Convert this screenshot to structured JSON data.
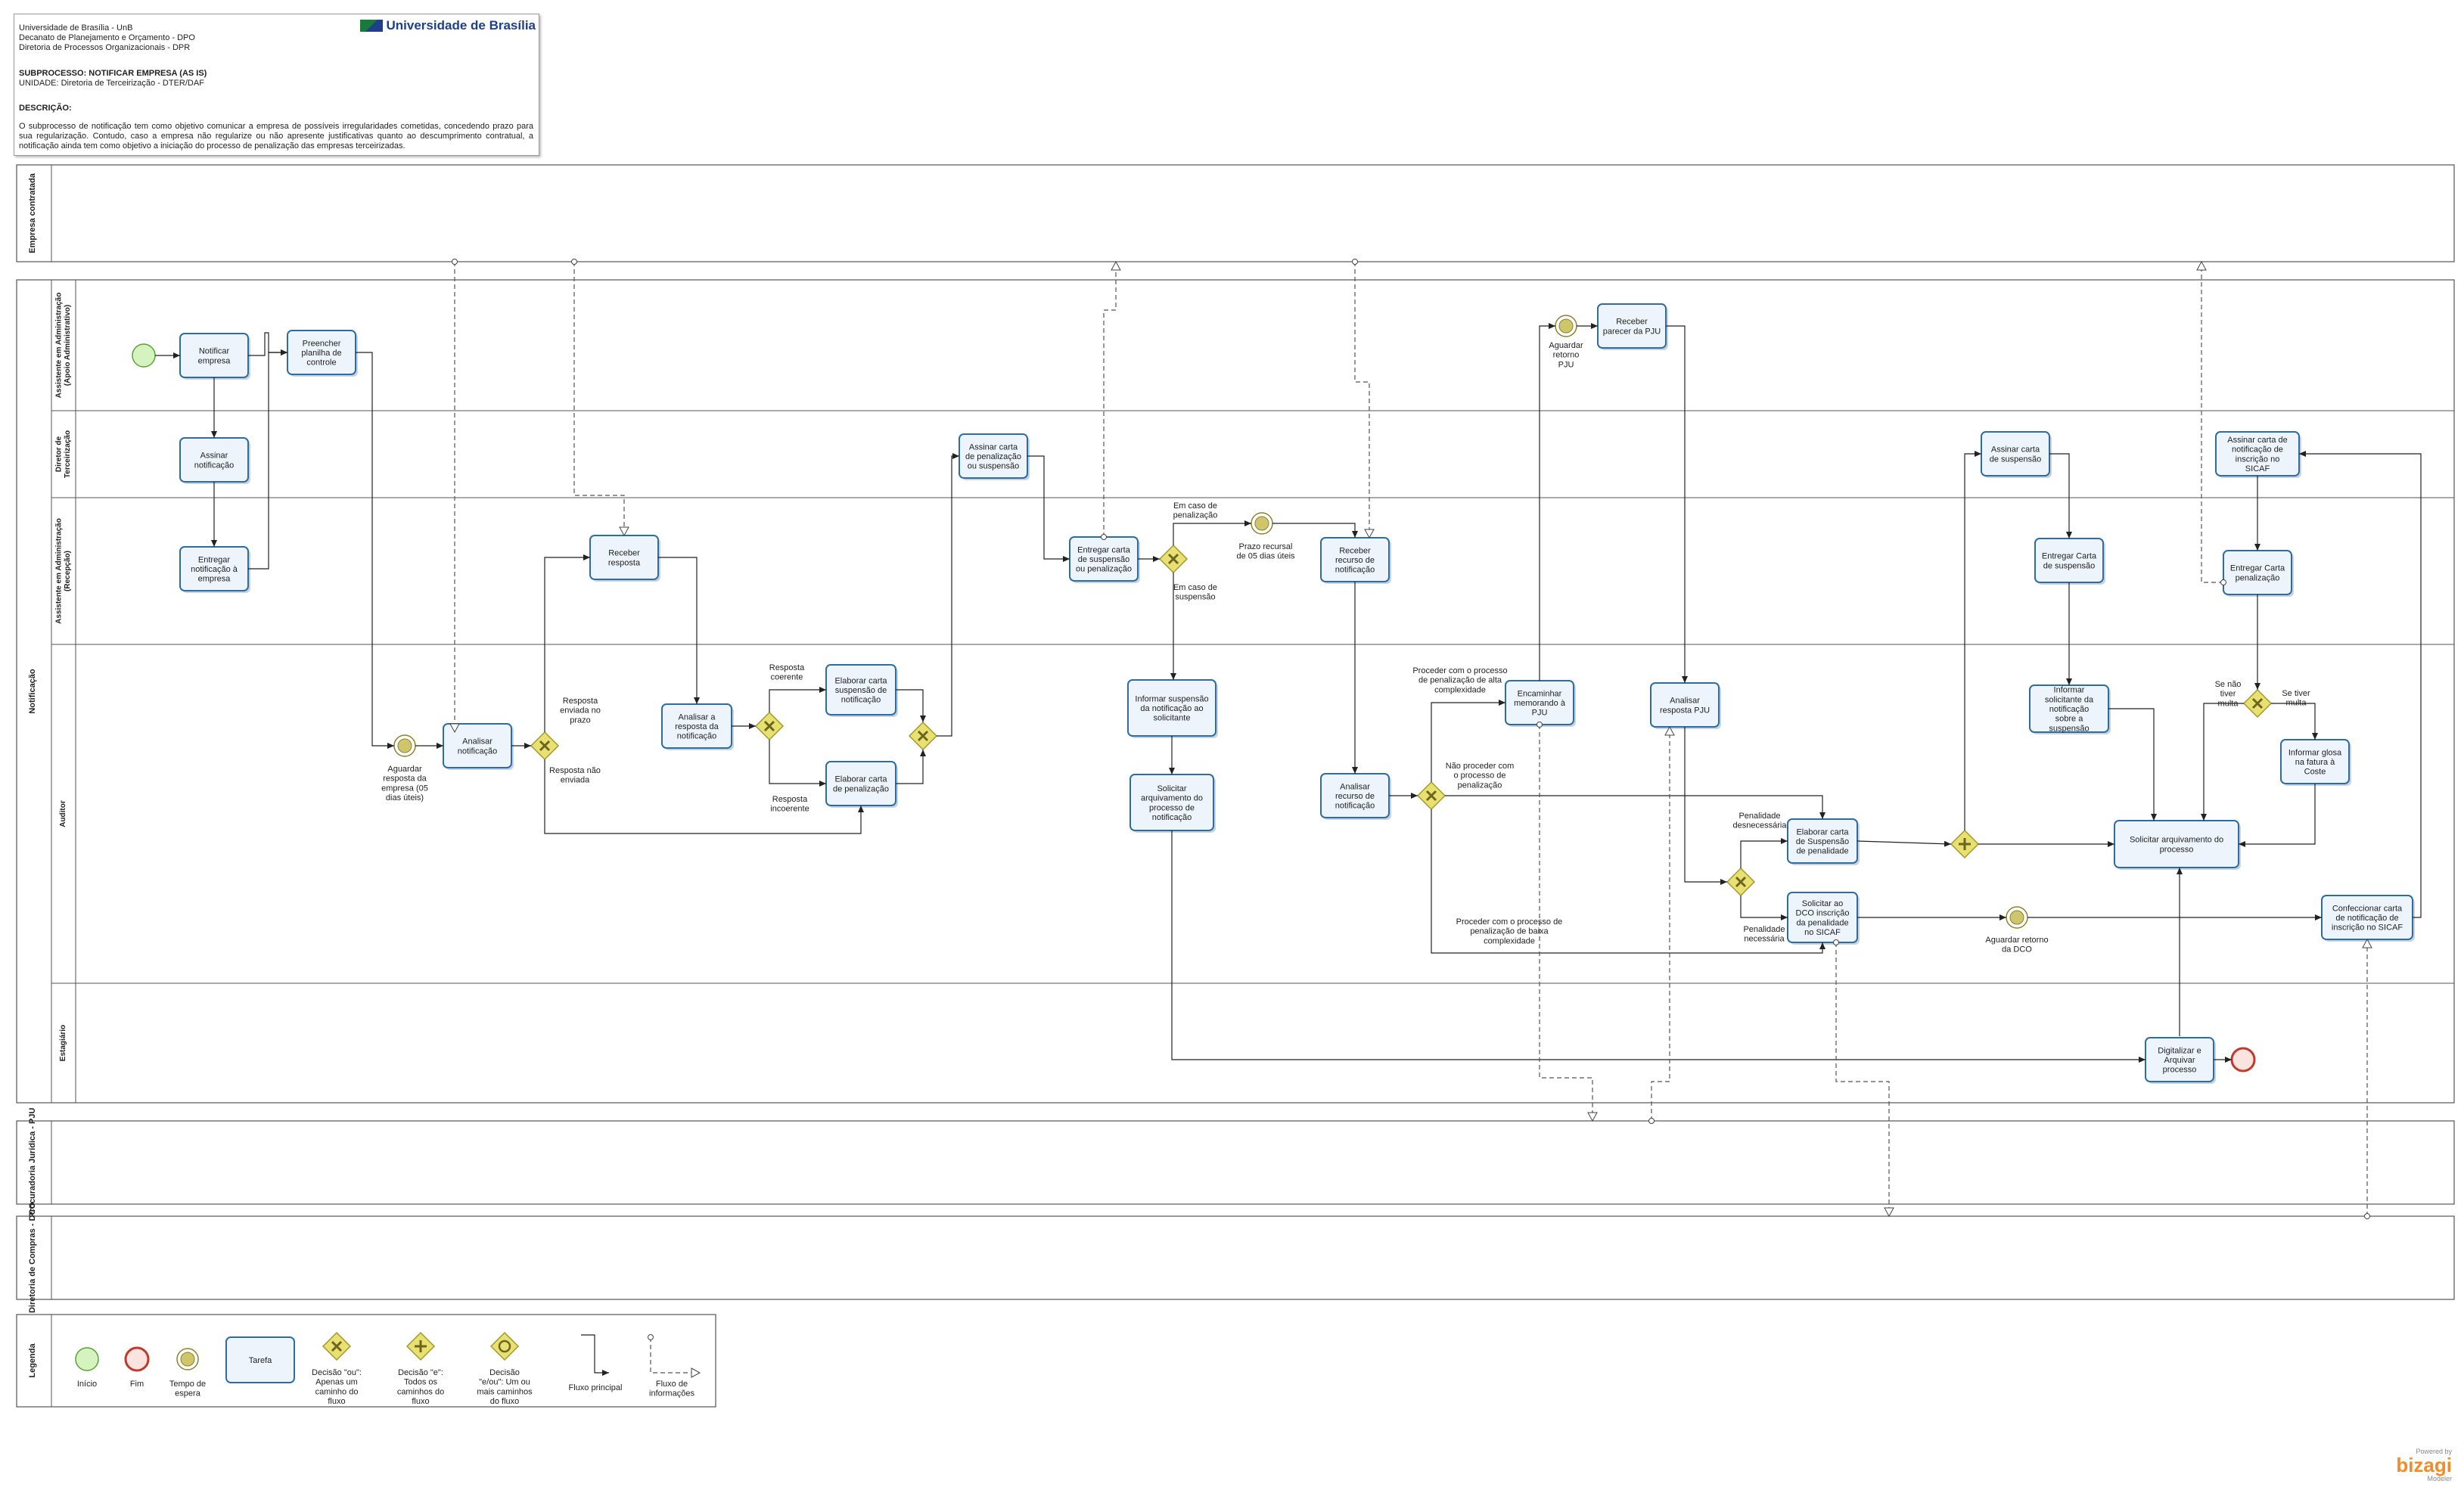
{
  "header": {
    "logo_text": "Universidade de Brasília",
    "lines": [
      "Universidade de Brasília - UnB",
      "Decanato de Planejamento e Orçamento - DPO",
      "Diretoria de Processos Organizacionais - DPR"
    ],
    "subprocess": "SUBPROCESSO: NOTIFICAR EMPRESA (AS IS)",
    "unit": "UNIDADE: Diretoria de Terceirização - DTER/DAF",
    "description_label": "DESCRIÇÃO:",
    "description": "O subprocesso de notificação tem como objetivo comunicar a empresa de possíveis irregularidades cometidas, concedendo prazo para sua regularização. Contudo, caso a empresa não regularize ou não apresente justificativas quanto ao descumprimento contratual, a notificação ainda tem como objetivo a iniciação do processo de penalização das empresas terceirizadas."
  },
  "pools": {
    "empresa": "Empresa contratada",
    "notificacao": "Notificação",
    "procuradoria": "Procuradoria Jurídica - PJU",
    "diretoria_compras": "Diretoria de Compras - DCO",
    "legenda": "Legenda"
  },
  "lanes": {
    "apoio": "Assistente em Administração (Apoio Administrativo)",
    "diretor": "Diretor de Terceirização",
    "recepcao": "Assistente em Administração (Recepção)",
    "auditor": "Auditor",
    "estagiario": "Estagiário"
  },
  "tasks": {
    "t1": "Notificar empresa",
    "t2": "Preencher planilha de controle",
    "t3": "Assinar notificação",
    "t4": "Entregar notificação à empresa",
    "t5": "Analisar notificação",
    "t6": "Receber resposta",
    "t7": "Analisar a resposta da notificação",
    "t8": "Elaborar carta suspensão de notificação",
    "t9": "Elaborar carta de penalização",
    "t10": "Assinar carta de penalização ou suspensão",
    "t11": "Entregar carta de suspensão ou penalização",
    "t12": "Informar suspensão da notificação ao solicitante",
    "t13": "Solicitar arquivamento do processo de notificação",
    "t14": "Receber recurso de notificação",
    "t15": "Analisar recurso de notificação",
    "t16": "Encaminhar memorando à PJU",
    "t17": "Receber parecer da PJU",
    "t18": "Analisar resposta PJU",
    "t19": "Elaborar carta de Suspensão de penalidade",
    "t20": "Solicitar ao DCO inscrição da penalidade no SICAF",
    "t21": "Assinar carta de suspensão",
    "t22": "Entregar Carta de suspensão",
    "t23": "Informar solicitante da notificação sobre a suspensão",
    "t24": "Solicitar arquivamento do processo",
    "t25": "Assinar carta de notificação de inscrição no SICAF",
    "t26": "Entregar Carta penalização",
    "t27": "Informar glosa na fatura à Coste",
    "t28": "Confeccionar carta de notificação de inscrição no SICAF",
    "t29": "Digitalizar e Arquivar processo"
  },
  "labels": {
    "l1": "Aguardar resposta da empresa (05 dias úteis)",
    "l2": "Resposta enviada no prazo",
    "l3": "Resposta não enviada",
    "l4": "Resposta coerente",
    "l5": "Resposta incoerente",
    "l6": "Em caso de penalização",
    "l7": "Em caso de suspensão",
    "l8": "Prazo recursal de 05 dias úteis",
    "l9": "Aguardar retorno PJU",
    "l10": "Proceder com o processo de penalização de alta complexidade",
    "l11": "Não proceder com o processo de penalização",
    "l12": "Proceder com o processo de penalização de baixa complexidade",
    "l13": "Penalidade desnecessária",
    "l14": "Penalidade necessária",
    "l15": "Aguardar retorno da DCO",
    "l16": "Se não tiver multa",
    "l17": "Se tiver multa"
  },
  "legend": {
    "inicio": "Início",
    "fim": "Fim",
    "tempo": "Tempo de espera",
    "tarefa": "Tarefa",
    "ou": "Decisão \"ou\": Apenas um caminho do fluxo",
    "e": "Decisão \"e\": Todos os caminhos do fluxo",
    "eou": "Decisão \"e/ou\": Um ou mais caminhos do fluxo",
    "fluxo_principal": "Fluxo principal",
    "fluxo_info": "Fluxo de informações"
  },
  "branding": {
    "powered": "Powered by",
    "name": "bizagi",
    "modeler": "Modeler"
  },
  "colors": {
    "task_border": "#2e6da4",
    "task_fill": "#eef4fb",
    "gateway": "#e8e070",
    "gateway_border": "#a19a2c",
    "start_fill": "#d4f3bf",
    "start_border": "#5aa13a",
    "end_border": "#c0392b",
    "timer": "#cfc56a"
  }
}
